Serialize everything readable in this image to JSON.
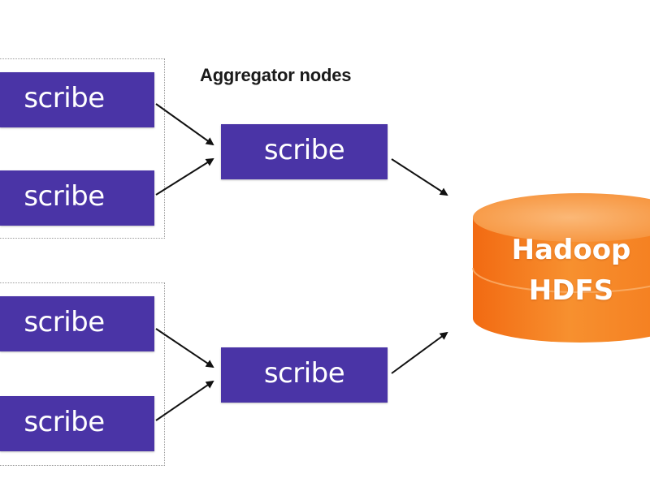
{
  "diagram": {
    "title": "Aggregator nodes",
    "source_nodes": [
      {
        "label": "scribe"
      },
      {
        "label": "scribe"
      },
      {
        "label": "scribe"
      },
      {
        "label": "scribe"
      }
    ],
    "aggregator_nodes": [
      {
        "label": "scribe"
      },
      {
        "label": "scribe"
      }
    ],
    "storage": {
      "line1": "Hadoop",
      "line2": "HDFS"
    },
    "colors": {
      "node_fill": "#4a34a6",
      "node_text": "#ffffff",
      "storage_fill": "#f57c1f",
      "storage_top": "#f8a45a",
      "arrow": "#111111"
    }
  }
}
